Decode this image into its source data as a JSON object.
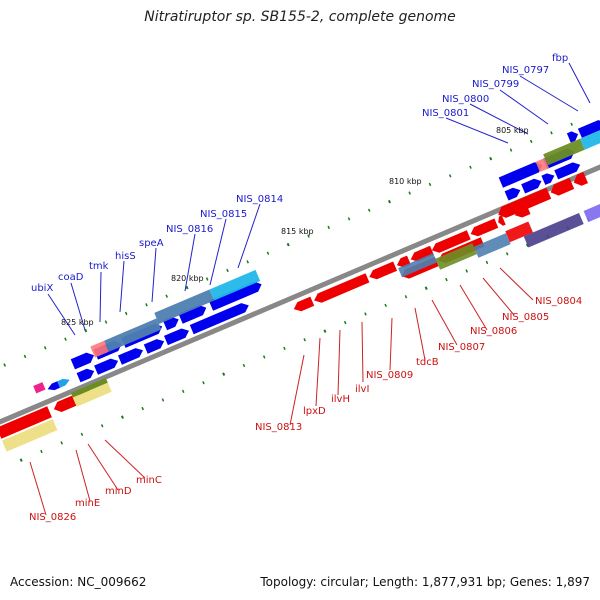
{
  "title": "Nitratiruptor sp. SB155-2, complete genome",
  "footer": {
    "accession": "Accession: NC_009662",
    "topology": "Topology: circular; Length: 1,877,931 bp; Genes: 1,897"
  },
  "colors": {
    "forward_gene": "#0000ee",
    "reverse_gene": "#ee0000",
    "backbone": "#888888",
    "tick": "#1a7a1a",
    "label_forward": "#1a1acc",
    "label_reverse": "#cc1111"
  },
  "kbp_labels": [
    "805 kbp",
    "810 kbp",
    "815 kbp",
    "820 kbp",
    "825 kbp"
  ],
  "forward_labels": [
    "fbp",
    "NIS_0797",
    "NIS_0799",
    "NIS_0800",
    "NIS_0801",
    "NIS_0814",
    "NIS_0815",
    "NIS_0816",
    "speA",
    "hisS",
    "tmk",
    "coaD",
    "ubiX"
  ],
  "reverse_labels": [
    "NIS_0804",
    "NIS_0805",
    "NIS_0806",
    "NIS_0807",
    "tdcB",
    "NIS_0809",
    "ilvI",
    "ilvH",
    "lpxD",
    "NIS_0813",
    "minC",
    "minD",
    "minE",
    "NIS_0826"
  ]
}
